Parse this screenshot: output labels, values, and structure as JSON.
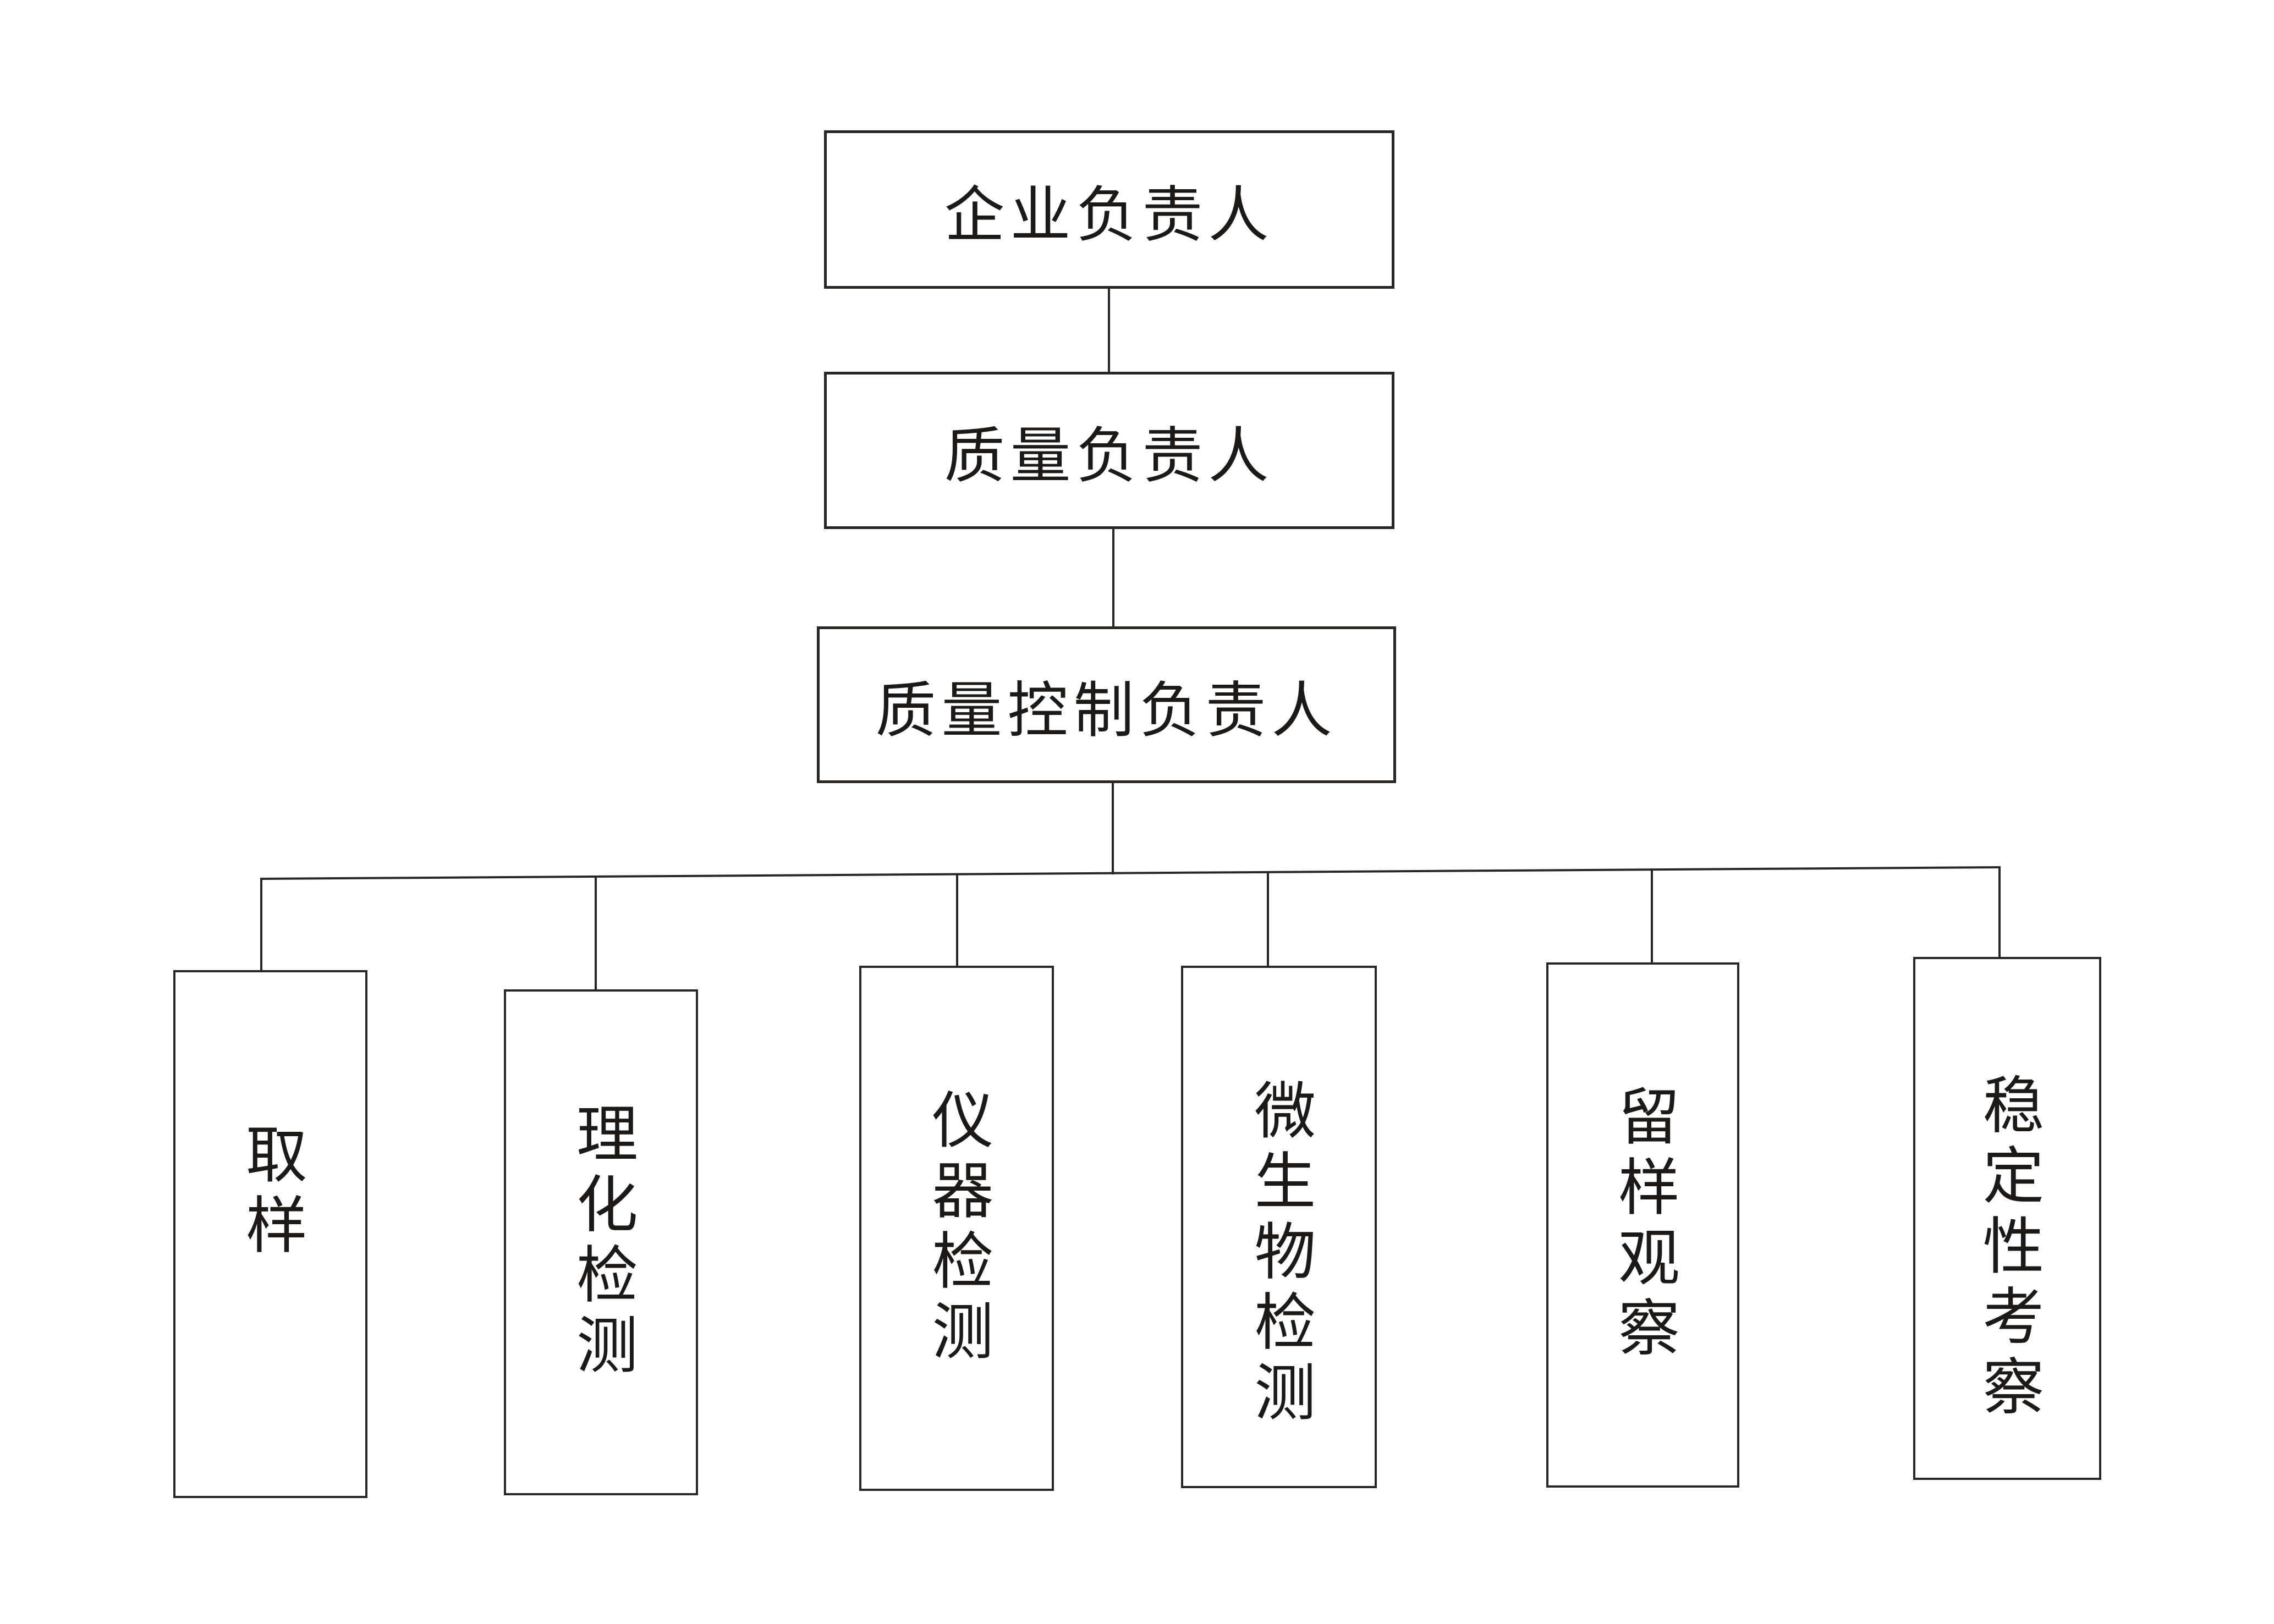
{
  "chart": {
    "type": "org-flowchart",
    "hierarchy": [
      {
        "level": 1,
        "label": "企业负责人"
      },
      {
        "level": 2,
        "label": "质量负责人"
      },
      {
        "level": 3,
        "label": "质量控制负责人"
      }
    ],
    "departments": [
      {
        "label": "取样"
      },
      {
        "label": "理化检测"
      },
      {
        "label": "仪器检测"
      },
      {
        "label": "微生物检测"
      },
      {
        "label": "留样观察"
      },
      {
        "label": "稳定性考察"
      }
    ],
    "colors": {
      "line": "#2a2623",
      "text": "#1c1916",
      "background": "#ffffff"
    }
  }
}
